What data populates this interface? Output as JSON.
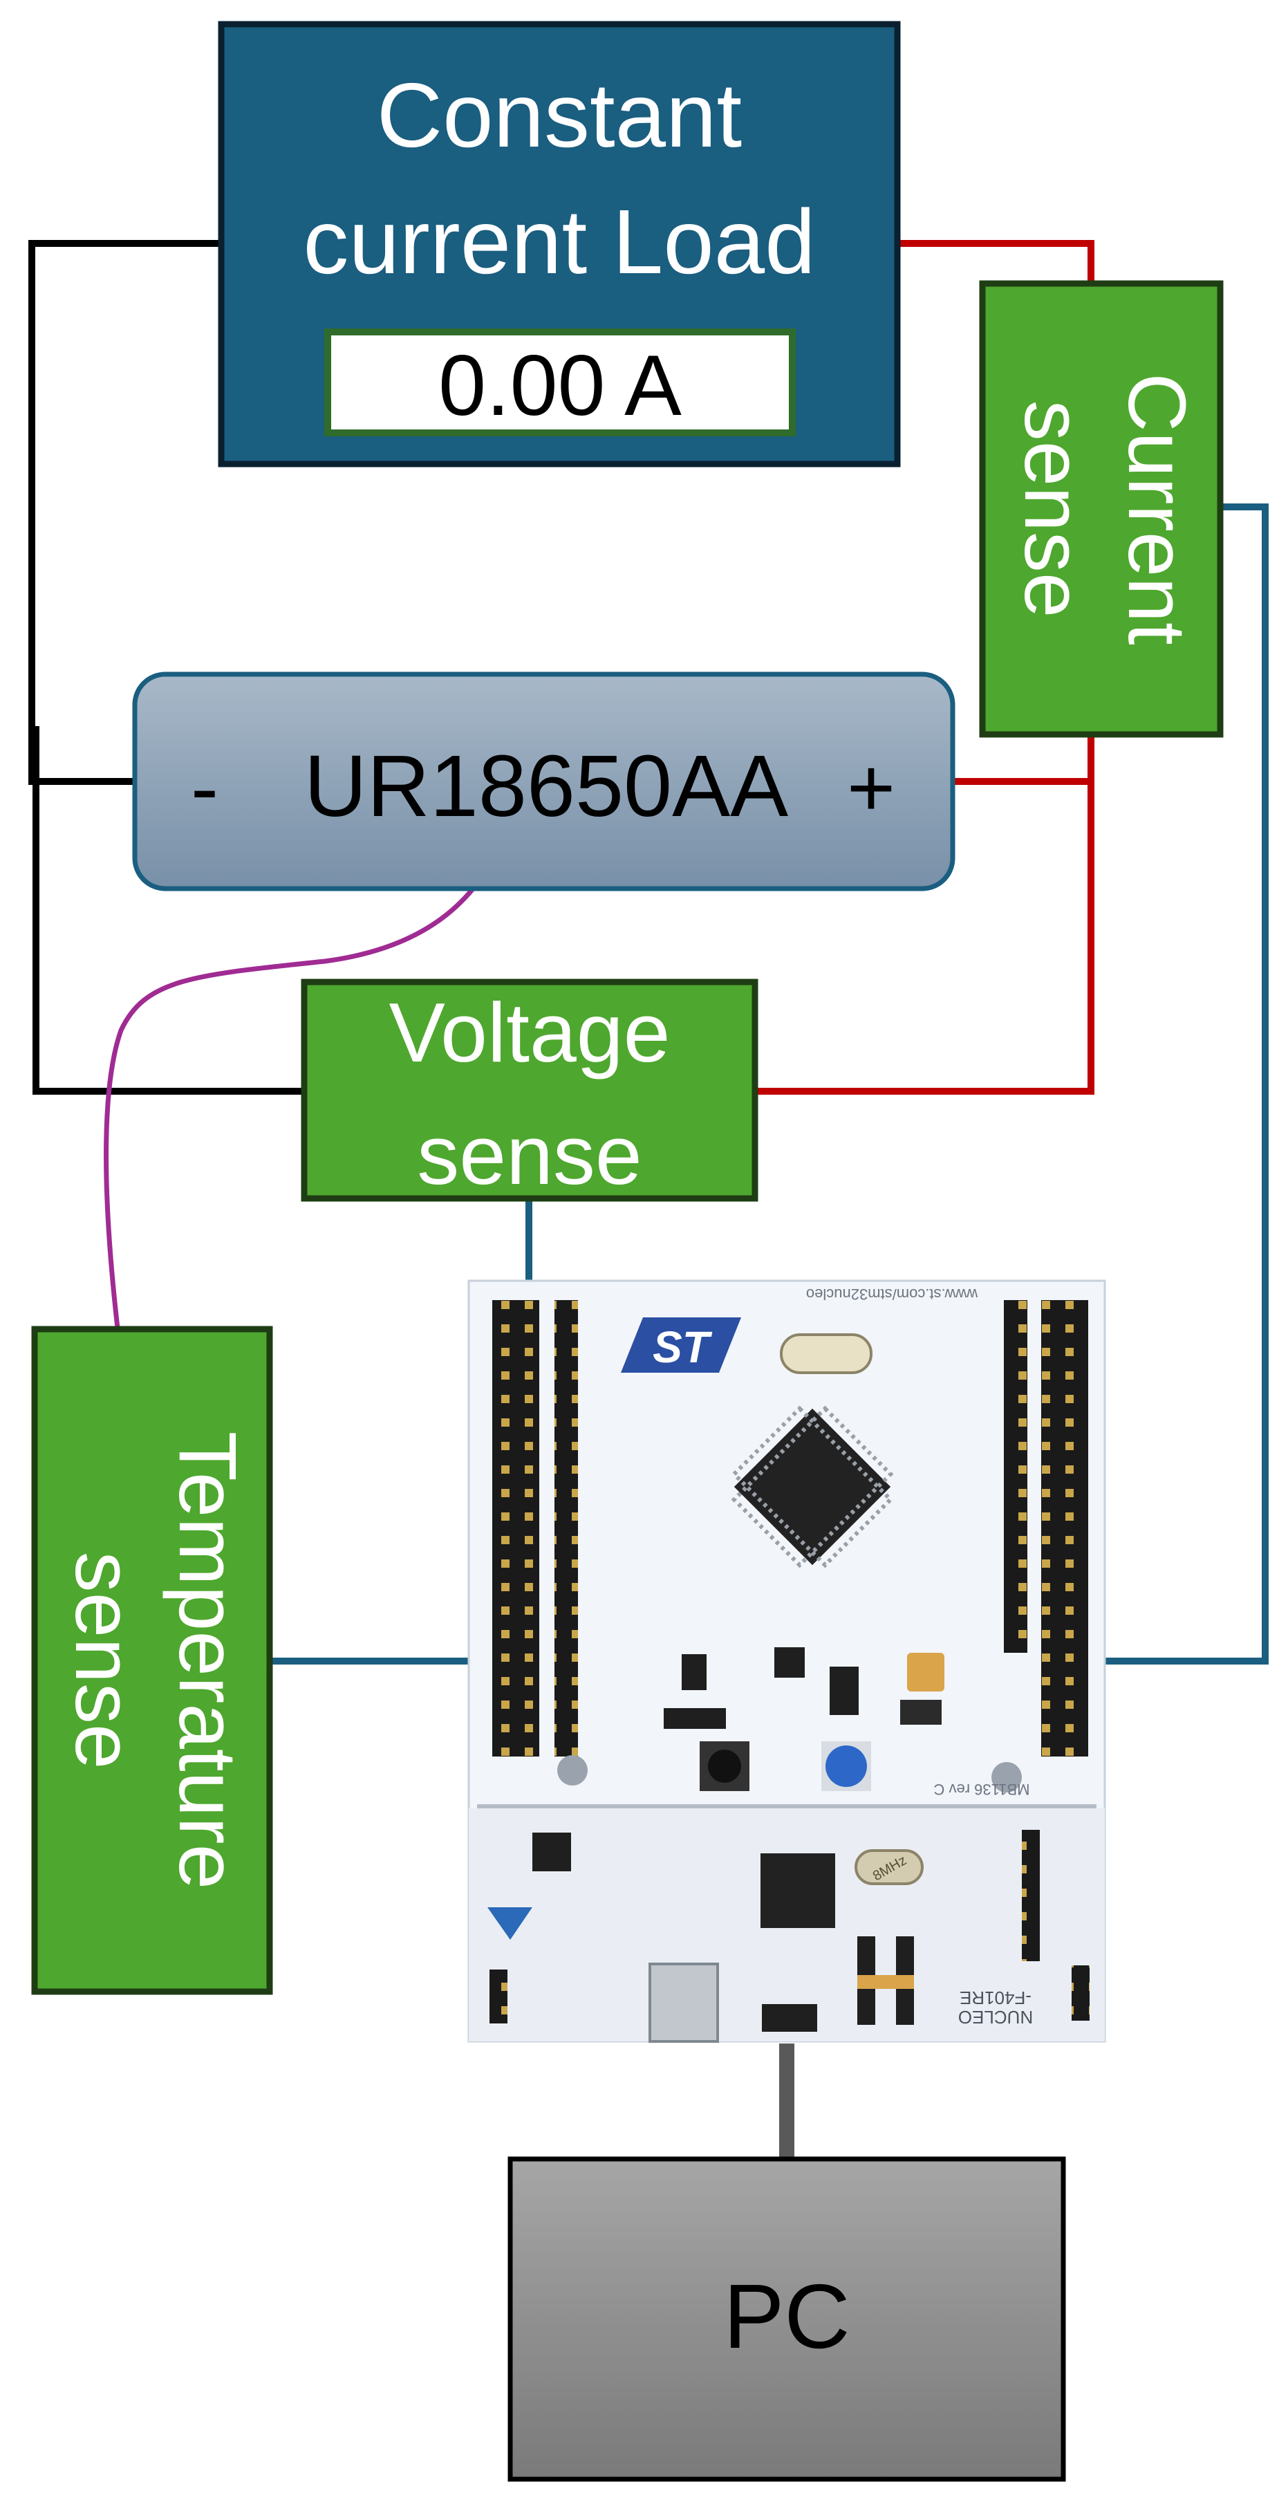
{
  "load": {
    "title_line1": "Constant",
    "title_line2": "current Load",
    "reading": "0.00 A"
  },
  "battery": {
    "minus": "-",
    "name": "UR18650AA",
    "plus": "+"
  },
  "current_sense": {
    "line1": "Current",
    "line2": "sense"
  },
  "voltage_sense": {
    "line1": "Voltage",
    "line2": "sense"
  },
  "temperature_sense": {
    "line1": "Temperature",
    "line2": "sense"
  },
  "pc": {
    "label": "PC"
  },
  "board": {
    "url": "www.st.com/stm32nucleo",
    "rev": "MB1136 rev C",
    "model_line1": "NUCLEO",
    "model_line2": "-F401RE",
    "logo_text": "ST",
    "crystal_text": "8MHz"
  },
  "colors": {
    "load_fill": "#1a5e80",
    "battery_fill_top": "#a7b7c6",
    "battery_fill_bottom": "#7a93ab",
    "sense_fill": "#4ea72e",
    "sense_border": "#1e3d14",
    "wire_black": "#000000",
    "wire_red": "#c00000",
    "wire_blue": "#1a5e80",
    "wire_purple": "#a02b93",
    "wire_gray": "#595959",
    "pc_fill": "#8c8c8c"
  }
}
